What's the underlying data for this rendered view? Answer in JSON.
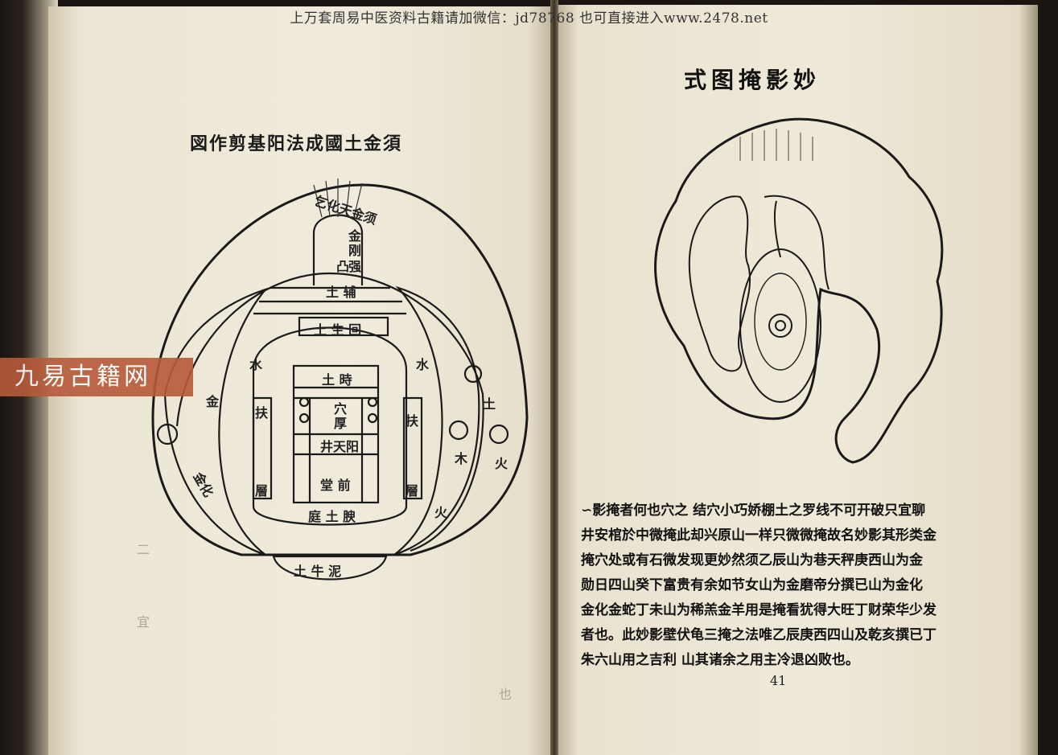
{
  "watermark": "上万套周易中医资料古籍请加微信：jd78768 也可直接进入www.2478.net",
  "badge": "九易古籍网",
  "left_page": {
    "title": "図作剪基阳法成國土金須",
    "labels": {
      "top_arc": "乞化天金须",
      "tower_1": "金",
      "tower_2": "刚",
      "tower_3": "强",
      "tower_4": "凸",
      "bar1": "土 辅",
      "bar2": "土 生 回",
      "center_top": "土 時",
      "center_mid": "穴",
      "center_mid2": "厚",
      "well": "井天阳",
      "hall": "堂 前",
      "bottom": "庭 土 腴",
      "base": "土 牛 泥",
      "left_fu": "扶",
      "right_fu": "扶",
      "left_ceng": "層",
      "right_ceng": "層",
      "left_jin": "金",
      "left_jinhua": "金化",
      "right_tu": "土",
      "right_mu": "木",
      "right_huo": "火",
      "right_huo2": "火",
      "left_shui": "水",
      "right_shui": "水"
    }
  },
  "right_page": {
    "title": "式图掩影妙",
    "lines": [
      "∽影掩者何也穴之  结穴小巧娇棚土之罗线不可开破只宜聊",
      "井安棺於中微掩此却兴原山一样只微微掩故名妙影其形类金",
      "掩穴处或有石微发现更妙然须乙辰山为巷天秤庚西山为金",
      "勋日四山癸下富贵有余如节女山为金磨帝分撰已山为金化",
      "金化金蛇丁未山为稀羔金羊用是掩看犹得大旺丁财荣华少发",
      "者也。此妙影壁伏龟三掩之法唯乙辰庚西四山及乾亥撰已丁",
      "朱六山用之吉利  山其诸余之用主冷退凶败也。"
    ],
    "page_number": "41"
  }
}
